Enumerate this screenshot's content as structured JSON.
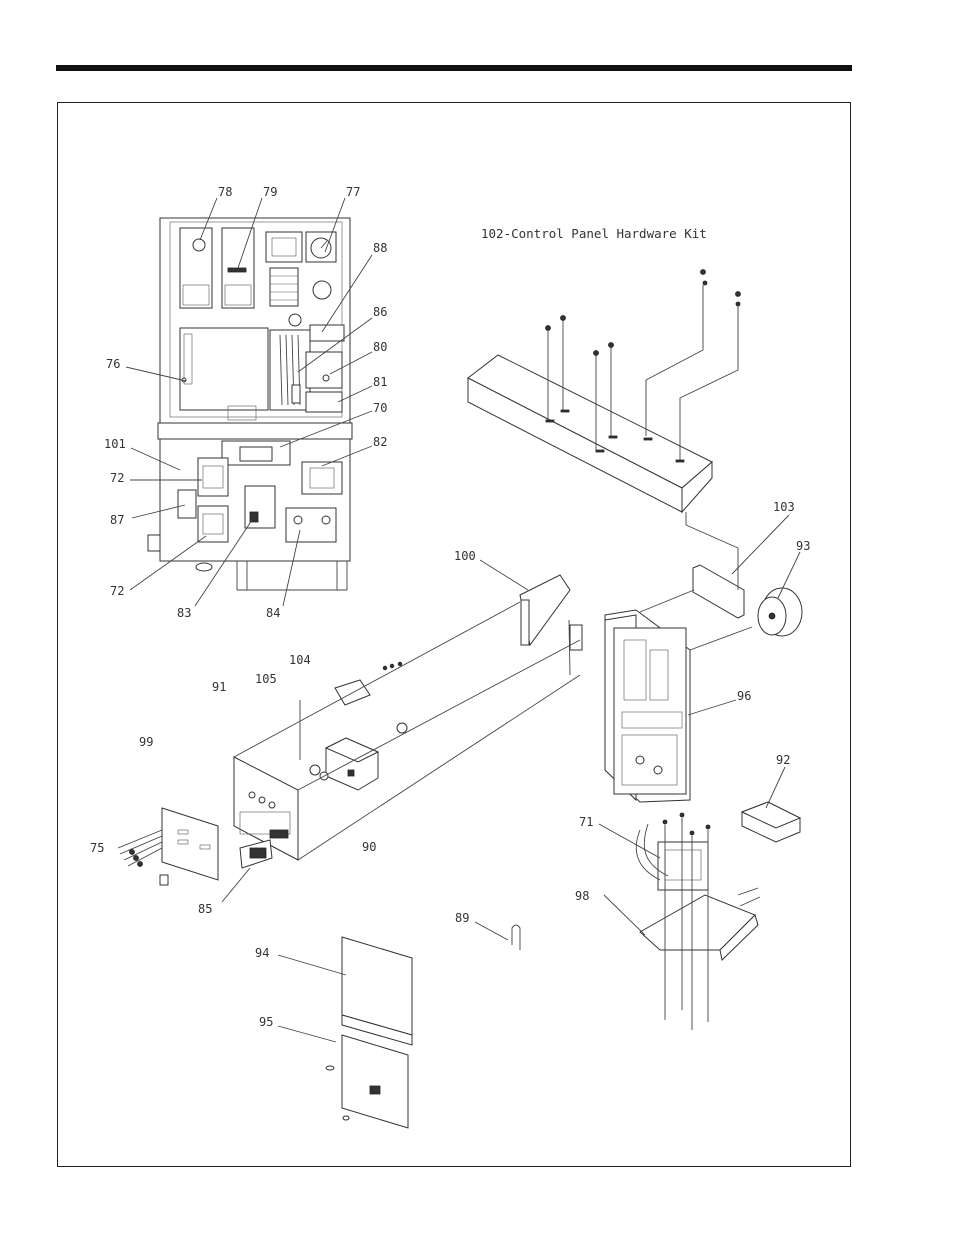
{
  "kit_title": "102-Control Panel Hardware Kit",
  "labels": {
    "l78": "78",
    "l79": "79",
    "l77": "77",
    "l88": "88",
    "l86": "86",
    "l80": "80",
    "l76": "76",
    "l81": "81",
    "l70": "70",
    "l101": "101",
    "l82": "82",
    "l72a": "72",
    "l87": "87",
    "l72b": "72",
    "l83": "83",
    "l84": "84",
    "l100": "100",
    "l103": "103",
    "l93": "93",
    "l104": "104",
    "l91": "91",
    "l105": "105",
    "l99": "99",
    "l96": "96",
    "l92": "92",
    "l90": "90",
    "l71": "71",
    "l75": "75",
    "l85": "85",
    "l89": "89",
    "l98": "98",
    "l94": "94",
    "l95": "95"
  }
}
